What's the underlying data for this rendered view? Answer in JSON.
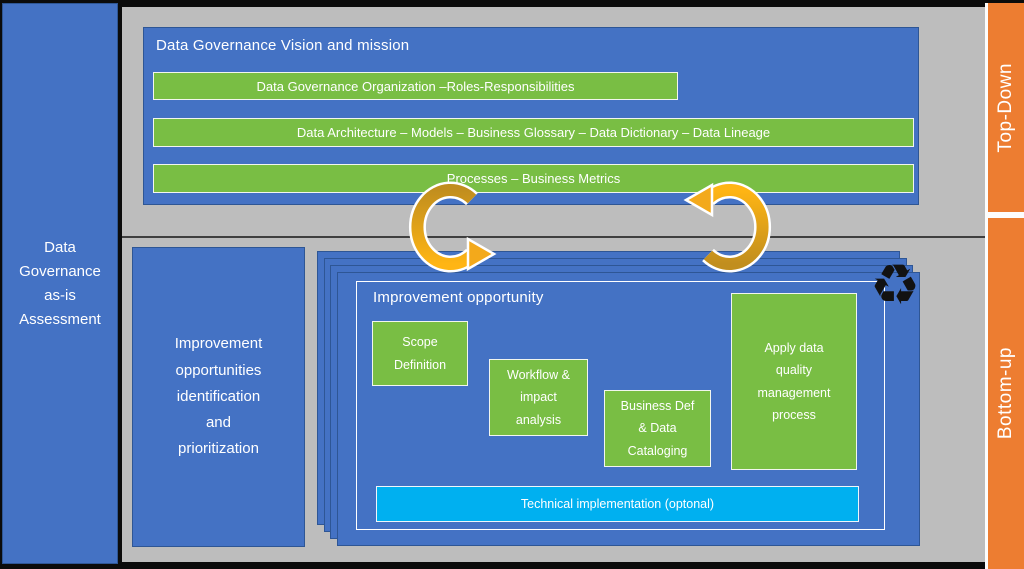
{
  "colors": {
    "box_blue": "#4472C4",
    "bar_green": "#79BE44",
    "tech_cyan": "#00B0F0",
    "side_orange": "#ED7D31",
    "arrow_gold": "#E8A61F",
    "panel_gray": "#BDBDBD"
  },
  "left_panel": {
    "label": "Data\nGovernance\nas-is\nAssessment"
  },
  "top_section": {
    "title": "Data Governance Vision and mission",
    "bars": [
      "Data Governance Organization –Roles-Responsibilities",
      "Data Architecture – Models – Business Glossary – Data Dictionary – Data Lineage",
      "Processes – Business Metrics"
    ],
    "side_label": "Top-Down"
  },
  "bottom_section": {
    "left_box_label": "Improvement\nopportunities\nidentification\nand\nprioritization",
    "card": {
      "title": "Improvement opportunity",
      "steps": [
        "Scope\nDefinition",
        "Workflow &\nimpact\nanalysis",
        "Business Def\n& Data\nCataloging",
        "Apply data\nquality\nmanagement\nprocess"
      ],
      "tech_bar_label": "Technical implementation  (optonal)",
      "recycle_icon": "♻"
    },
    "side_label": "Bottom-up"
  }
}
